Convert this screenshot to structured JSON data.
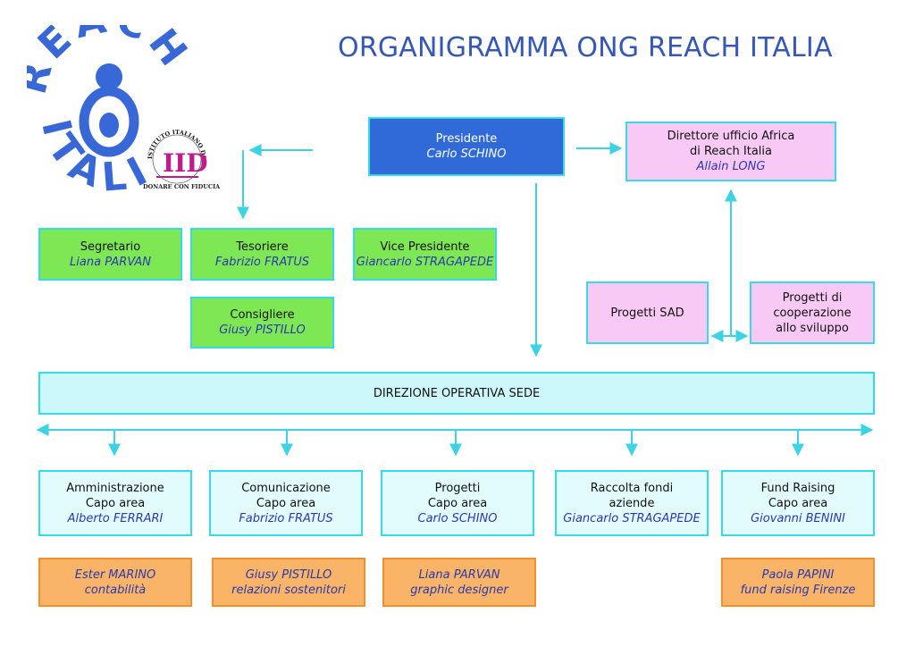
{
  "title": "ORGANIGRAMMA ONG REACH ITALIA",
  "logo": {
    "top_text": "REACH",
    "bottom_text": "ITALIA",
    "badge_arc_text": "ISTITUTO ITALIANO DONAZIONE",
    "badge_letters": "IID",
    "caption": "DONARE CON FIDUCIA"
  },
  "nodes": {
    "presidente": {
      "role": "Presidente",
      "name": "Carlo SCHINO"
    },
    "direttore_africa": {
      "role_line1": "Direttore ufficio Africa",
      "role_line2": "di Reach Italia",
      "name": "Allain LONG"
    },
    "segretario": {
      "role": "Segretario",
      "name": "Liana PARVAN"
    },
    "tesoriere": {
      "role": "Tesoriere",
      "name": "Fabrizio FRATUS"
    },
    "vice_presidente": {
      "role": "Vice Presidente",
      "name": "Giancarlo STRAGAPEDE"
    },
    "consigliere": {
      "role": "Consigliere",
      "name": "Giusy PISTILLO"
    },
    "progetti_sad": {
      "label": "Progetti SAD"
    },
    "progetti_cooperazione": {
      "line1": "Progetti di",
      "line2": "cooperazione",
      "line3": "allo sviluppo"
    },
    "direzione": {
      "label": "DIREZIONE OPERATIVA SEDE"
    }
  },
  "areas": [
    {
      "area": "Amministrazione",
      "role": "Capo area",
      "name": "Alberto FERRARI"
    },
    {
      "area": "Comunicazione",
      "role": "Capo area",
      "name": "Fabrizio FRATUS"
    },
    {
      "area": "Progetti",
      "role": "Capo area",
      "name": "Carlo SCHINO"
    },
    {
      "area_line1": "Raccolta fondi",
      "area_line2": "aziende",
      "name": "Giancarlo STRAGAPEDE"
    },
    {
      "area": "Fund Raising",
      "role": "Capo area",
      "name": "Giovanni BENINI"
    }
  ],
  "staff": [
    {
      "name": "Ester MARINO",
      "role": "contabilità"
    },
    {
      "name": "Giusy PISTILLO",
      "role": "relazioni sostenitori"
    },
    {
      "name": "Liana PARVAN",
      "role": "graphic designer"
    },
    {
      "name": "Paola PAPINI",
      "role": "fund raising Firenze"
    }
  ],
  "colors": {
    "title": "#3457b8",
    "border": "#35dbe9",
    "arrow": "#3cd3e6",
    "presidente_fill": "#2f6ad8",
    "board_fill": "#7ee854",
    "africa_fill": "#f9c9f5",
    "direzione_fill": "#cdf8fb",
    "area_fill": "#e2fcfd",
    "staff_fill": "#f9b467",
    "logo": "#3868d8"
  }
}
